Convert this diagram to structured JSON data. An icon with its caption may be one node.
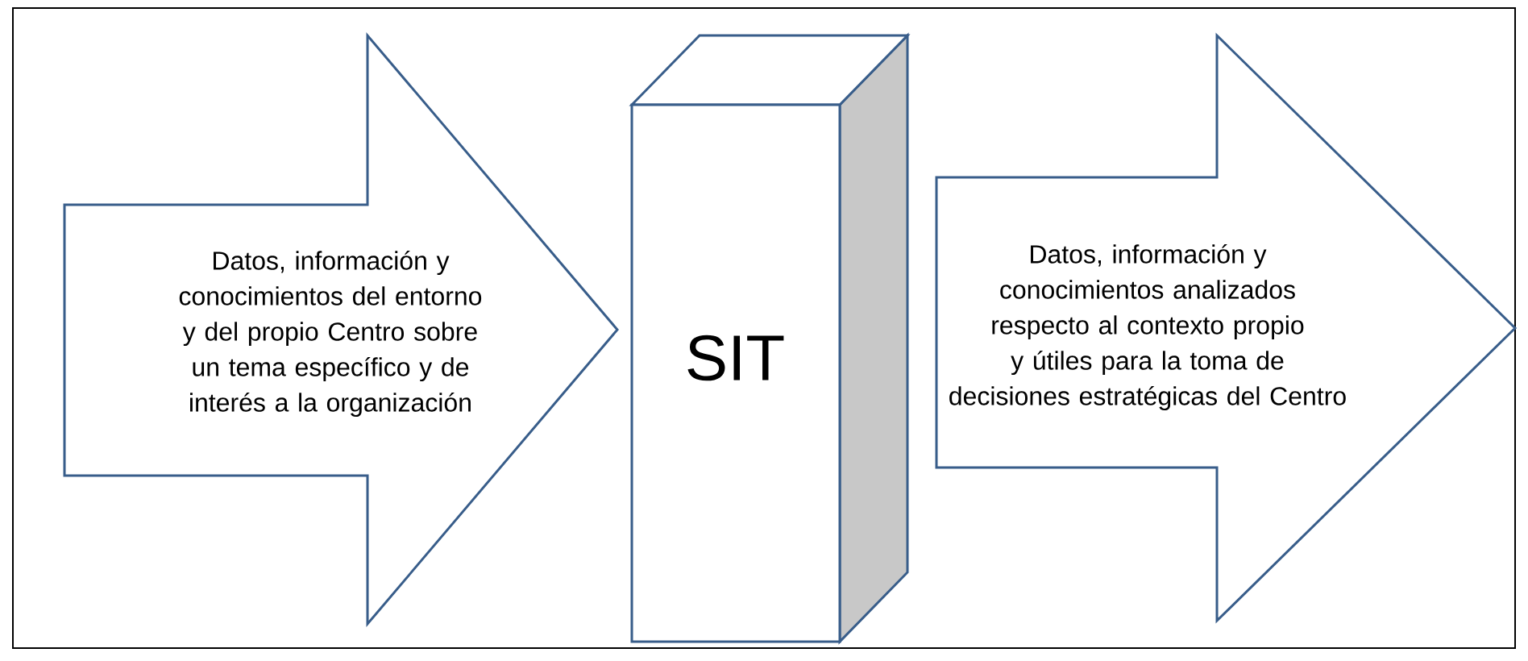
{
  "diagram": {
    "nodes": [
      {
        "text": [
          "Datos, información y conocimientos del entorno y del propio Centro sobre un tema específico y de interés a la organización"
        ]
      },
      {
        "text": [
          "SIT"
        ]
      },
      {
        "text": [
          "Datos, información y conocimientos analizados respecto al contexto propio y útiles para la toma de decisiones estratégicas del Centro"
        ]
      }
    ]
  }
}
